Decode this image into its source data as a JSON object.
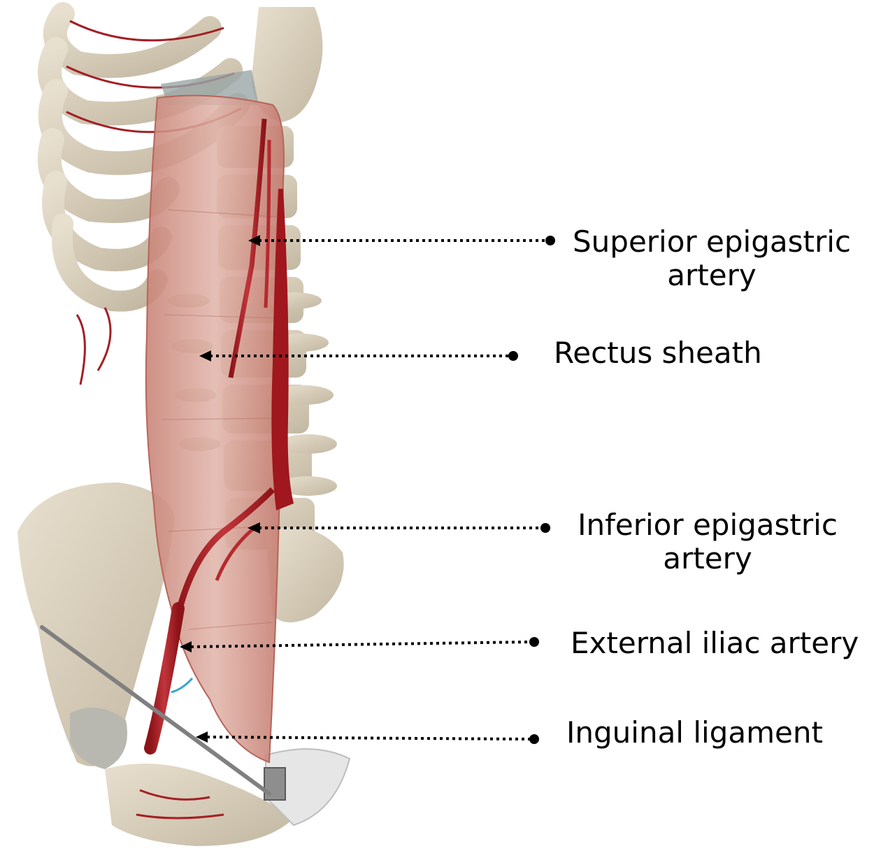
{
  "labels": {
    "superior": {
      "line1": "Superior epigastric",
      "line2": "artery"
    },
    "rectus": {
      "line1": "Rectus sheath"
    },
    "inferior": {
      "line1": "Inferior epigastric",
      "line2": "artery"
    },
    "external_iliac": {
      "line1": "External iliac artery"
    },
    "inguinal": {
      "line1": "Inguinal ligament"
    }
  },
  "colors": {
    "bone": "#ddd3bf",
    "bone_shadow": "#b9ad97",
    "muscle": "#d49a8f",
    "artery": "#a31f24",
    "ligament_line": "#808080",
    "pointer": "#000000"
  }
}
